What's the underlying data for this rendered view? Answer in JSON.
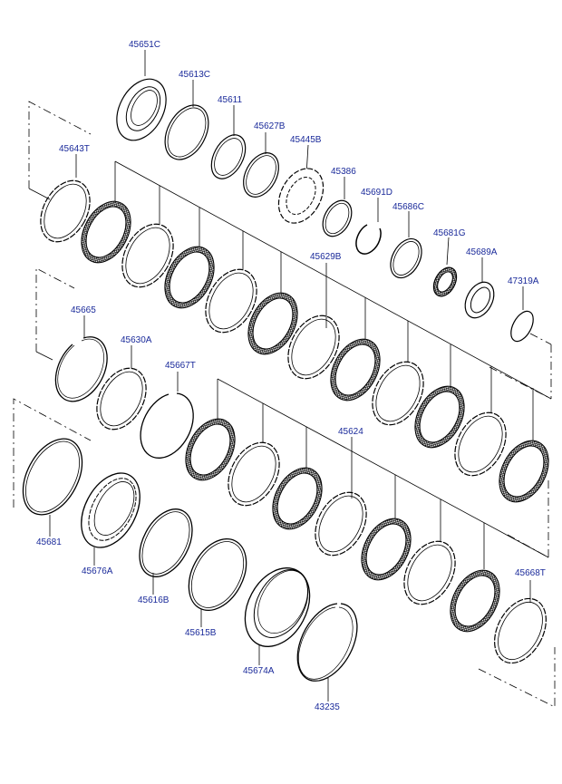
{
  "parts": [
    {
      "id": "p1",
      "number": "45651C"
    },
    {
      "id": "p2",
      "number": "45613C"
    },
    {
      "id": "p3",
      "number": "45611"
    },
    {
      "id": "p4",
      "number": "45627B"
    },
    {
      "id": "p5",
      "number": "45445B"
    },
    {
      "id": "p6",
      "number": "45643T"
    },
    {
      "id": "p7",
      "number": "45386"
    },
    {
      "id": "p8",
      "number": "45691D"
    },
    {
      "id": "p9",
      "number": "45686C"
    },
    {
      "id": "p10",
      "number": "45681G"
    },
    {
      "id": "p11",
      "number": "45629B"
    },
    {
      "id": "p12",
      "number": "45689A"
    },
    {
      "id": "p13",
      "number": "47319A"
    },
    {
      "id": "p14",
      "number": "45665"
    },
    {
      "id": "p15",
      "number": "45630A"
    },
    {
      "id": "p16",
      "number": "45667T"
    },
    {
      "id": "p17",
      "number": "45624"
    },
    {
      "id": "p18",
      "number": "45681"
    },
    {
      "id": "p19",
      "number": "45676A"
    },
    {
      "id": "p20",
      "number": "45616B"
    },
    {
      "id": "p21",
      "number": "45668T"
    },
    {
      "id": "p22",
      "number": "45615B"
    },
    {
      "id": "p23",
      "number": "45674A"
    },
    {
      "id": "p24",
      "number": "43235"
    }
  ]
}
